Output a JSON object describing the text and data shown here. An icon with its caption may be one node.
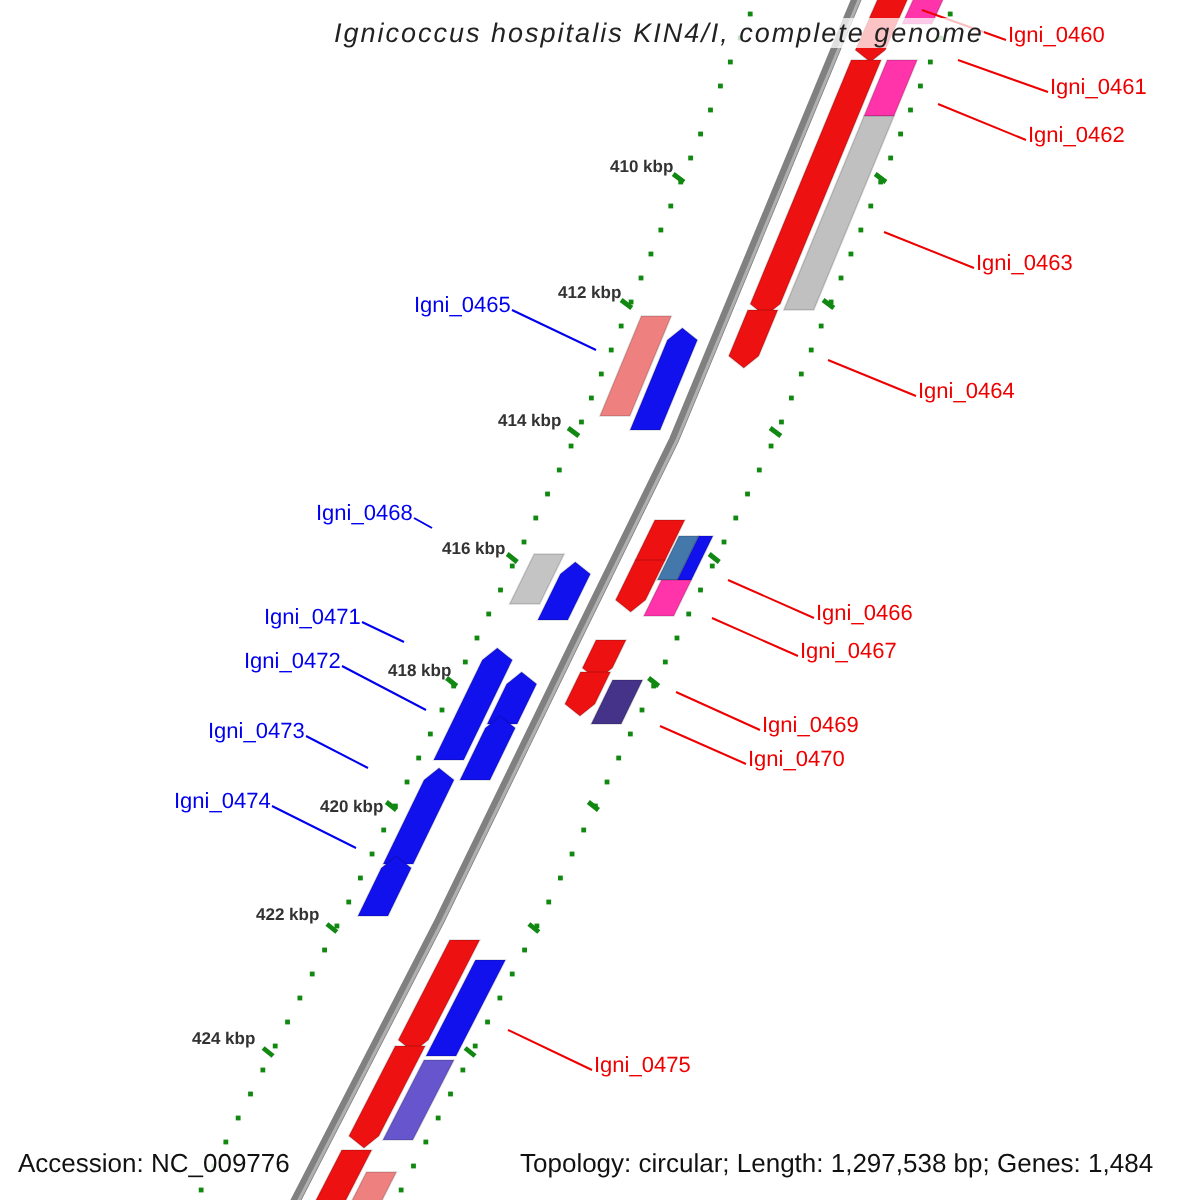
{
  "diagram": {
    "title": "Ignicoccus hospitalis KIN4/I, complete genome",
    "nodes": [
      {
        "text": [
          "Igni_0460"
        ]
      },
      {
        "text": [
          "Igni_0461"
        ]
      },
      {
        "text": [
          "Igni_0462"
        ]
      },
      {
        "text": [
          "Igni_0463"
        ]
      },
      {
        "text": [
          "Igni_0464"
        ]
      },
      {
        "text": [
          "Igni_0465"
        ]
      },
      {
        "text": [
          "Igni_0466"
        ]
      },
      {
        "text": [
          "Igni_0467"
        ]
      },
      {
        "text": [
          "Igni_0468"
        ]
      },
      {
        "text": [
          "Igni_0469"
        ]
      },
      {
        "text": [
          "Igni_0470"
        ]
      },
      {
        "text": [
          "Igni_0471"
        ]
      },
      {
        "text": [
          "Igni_0472"
        ]
      },
      {
        "text": [
          "Igni_0473"
        ]
      },
      {
        "text": [
          "Igni_0474"
        ]
      },
      {
        "text": [
          "Igni_0475"
        ]
      }
    ],
    "edges": [
      {
        "from": 0,
        "to": null,
        "arrow": "none"
      },
      {
        "from": 1,
        "to": null,
        "arrow": "none"
      },
      {
        "from": 2,
        "to": null,
        "arrow": "none"
      },
      {
        "from": 3,
        "to": null,
        "arrow": "none"
      },
      {
        "from": 4,
        "to": null,
        "arrow": "none"
      },
      {
        "from": 5,
        "to": null,
        "arrow": "none",
        "color": "#0000ee"
      },
      {
        "from": 6,
        "to": null,
        "arrow": "none"
      },
      {
        "from": 7,
        "to": null,
        "arrow": "none"
      },
      {
        "from": 8,
        "to": null,
        "arrow": "none",
        "color": "#0000ee"
      },
      {
        "from": 9,
        "to": null,
        "arrow": "none"
      },
      {
        "from": 10,
        "to": null,
        "arrow": "none"
      },
      {
        "from": 11,
        "to": null,
        "arrow": "none",
        "color": "#0000ee"
      },
      {
        "from": 12,
        "to": null,
        "arrow": "none",
        "color": "#0000ee"
      },
      {
        "from": 13,
        "to": null,
        "arrow": "none",
        "color": "#0000ee"
      },
      {
        "from": 14,
        "to": null,
        "arrow": "none",
        "color": "#0000ee"
      },
      {
        "from": 15,
        "to": null,
        "arrow": "none"
      }
    ],
    "labels": [
      "410 kbp",
      "412 kbp",
      "414 kbp",
      "416 kbp",
      "418 kbp",
      "420 kbp",
      "422 kbp",
      "424 kbp",
      "Accession: NC_009776",
      "Topology: circular; Length: 1,297,538 bp; Genes: 1,484"
    ]
  }
}
